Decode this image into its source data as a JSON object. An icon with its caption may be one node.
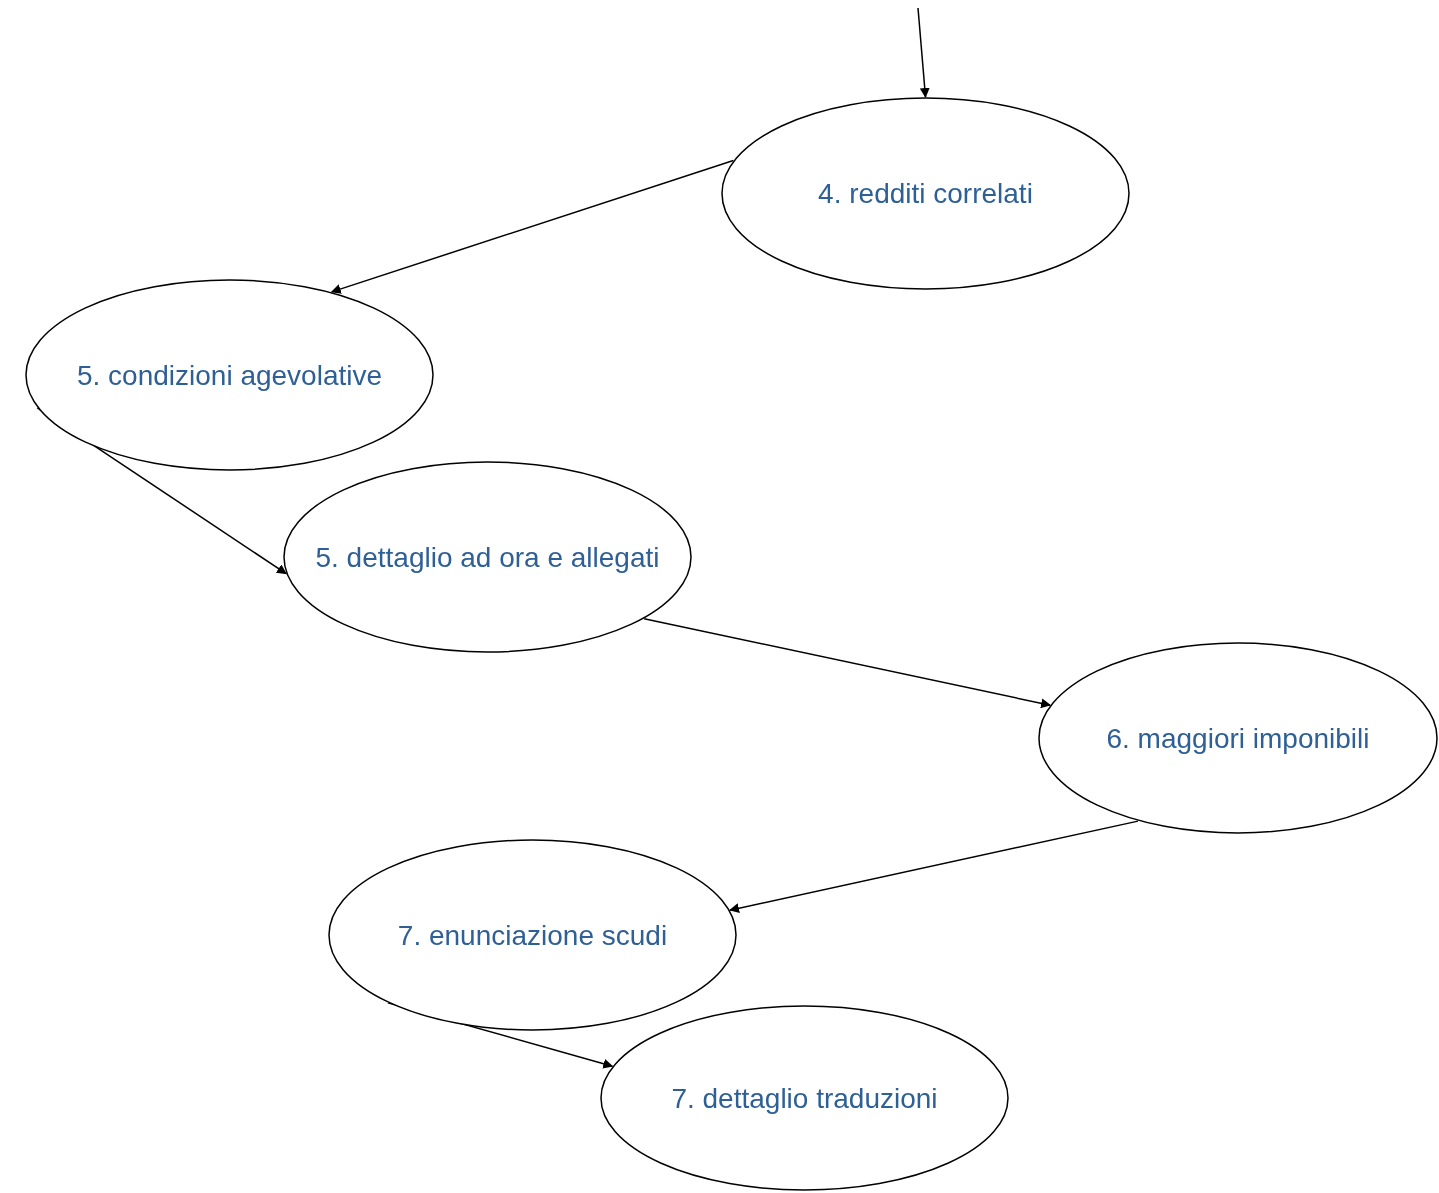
{
  "diagram": {
    "nodes": [
      {
        "text": [
          "4. redditi correlati"
        ]
      },
      {
        "text": [
          "5. condizioni agevolative"
        ]
      },
      {
        "text": [
          "5. dettaglio ad ora e allegati"
        ]
      },
      {
        "text": [
          "6. maggiori imponibili"
        ]
      },
      {
        "text": [
          "7. enunciazione scudi"
        ]
      },
      {
        "text": [
          "7. dettaglio traduzioni"
        ]
      }
    ],
    "edges": [
      {
        "from": null,
        "to": 0,
        "arrow": "to"
      },
      {
        "from": 0,
        "to": 1,
        "arrow": "to"
      },
      {
        "from": 1,
        "to": 2,
        "arrow": "to"
      },
      {
        "from": 2,
        "to": 3,
        "arrow": "to"
      },
      {
        "from": 3,
        "to": 4,
        "arrow": "to"
      },
      {
        "from": 4,
        "to": 5,
        "arrow": "to"
      }
    ]
  }
}
